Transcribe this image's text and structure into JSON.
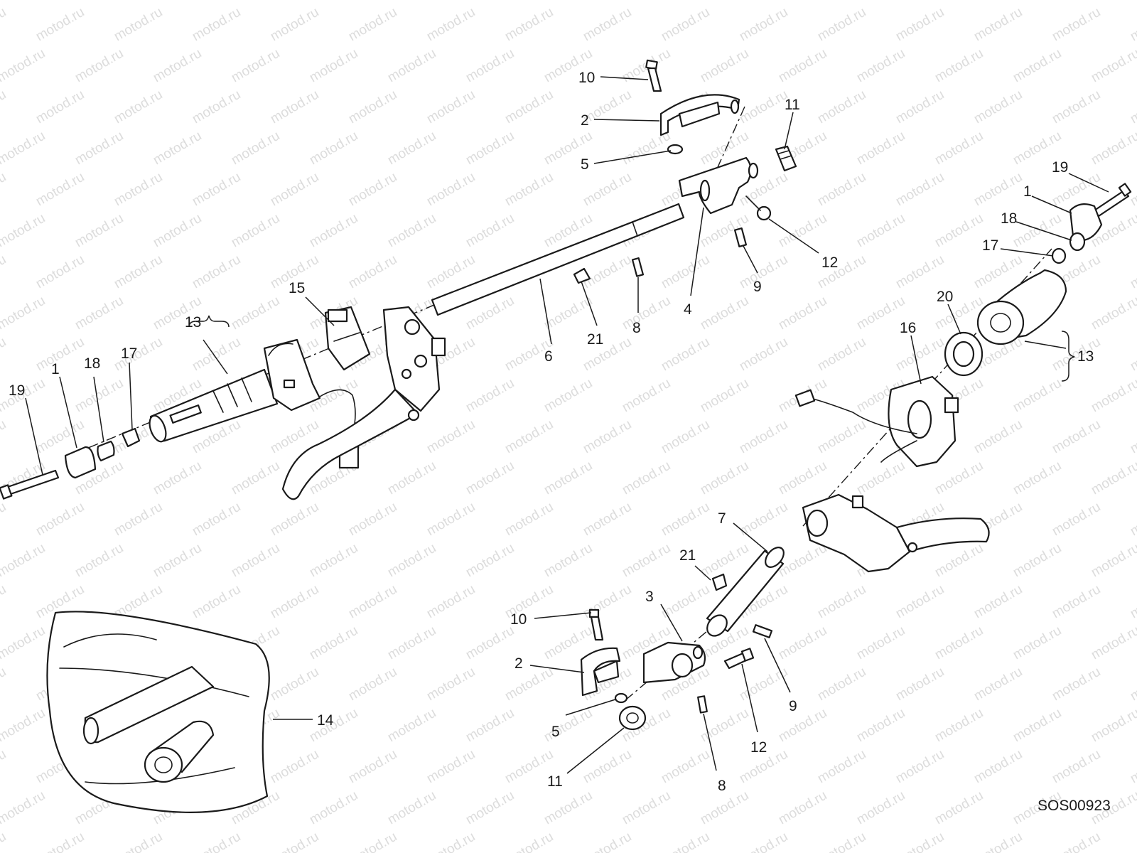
{
  "watermark": "motod.ru",
  "diagram_code": "SOS00923",
  "callouts": [
    "10",
    "2",
    "5",
    "11",
    "19",
    "1",
    "18",
    "17",
    "12",
    "9",
    "4",
    "8",
    "21",
    "6",
    "15",
    "13",
    "20",
    "16",
    "13",
    "19",
    "1",
    "18",
    "17",
    "7",
    "21",
    "3",
    "10",
    "2",
    "5",
    "11",
    "8",
    "12",
    "9",
    "14"
  ],
  "colors": {
    "line": "#1a1a1a",
    "watermark": "#dcdcdc",
    "background": "#ffffff"
  }
}
